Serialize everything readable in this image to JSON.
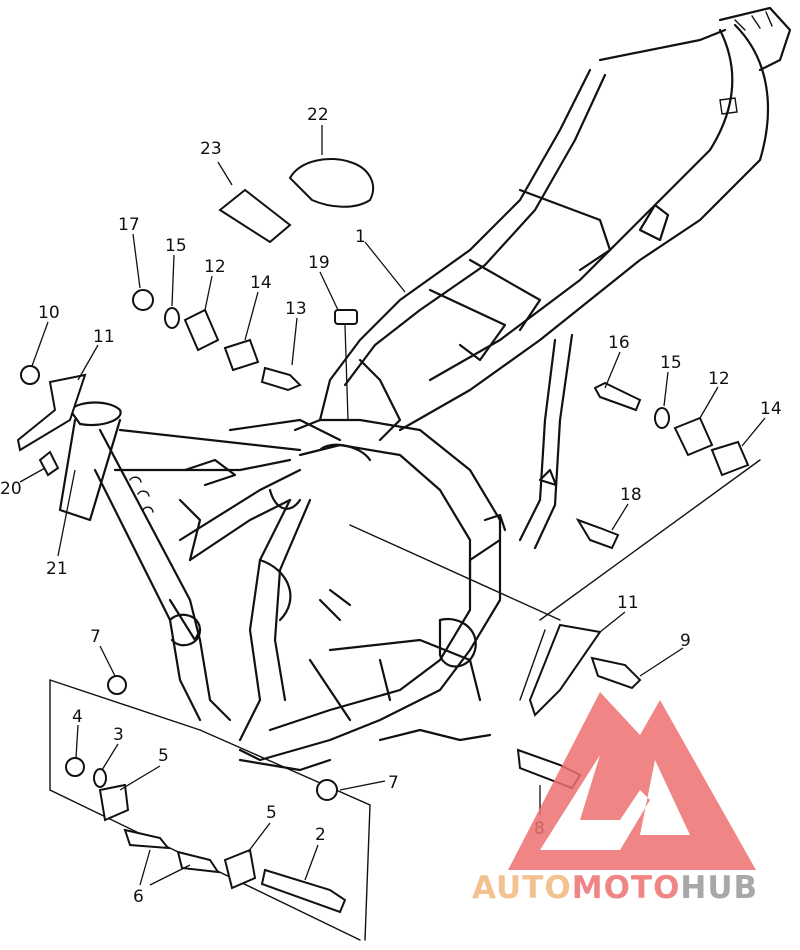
{
  "callouts": {
    "c1": "1",
    "c2": "2",
    "c3": "3",
    "c4": "4",
    "c5a": "5",
    "c5b": "5",
    "c6": "6",
    "c7a": "7",
    "c7b": "7",
    "c8": "8",
    "c9": "9",
    "c10": "10",
    "c11a": "11",
    "c11b": "11",
    "c12a": "12",
    "c12b": "12",
    "c13": "13",
    "c14a": "14",
    "c14b": "14",
    "c15a": "15",
    "c15b": "15",
    "c16": "16",
    "c17": "17",
    "c18": "18",
    "c19": "19",
    "c20": "20",
    "c21": "21",
    "c22": "22",
    "c23": "23"
  },
  "watermark": {
    "part1": "AUTO",
    "part2": "MOTO",
    "part3": "HUB",
    "color_light": "#f3b77e",
    "color_red": "#ee7070",
    "color_gray": "#9a9a9a"
  },
  "colors": {
    "ink": "#111111",
    "paper": "#ffffff"
  }
}
